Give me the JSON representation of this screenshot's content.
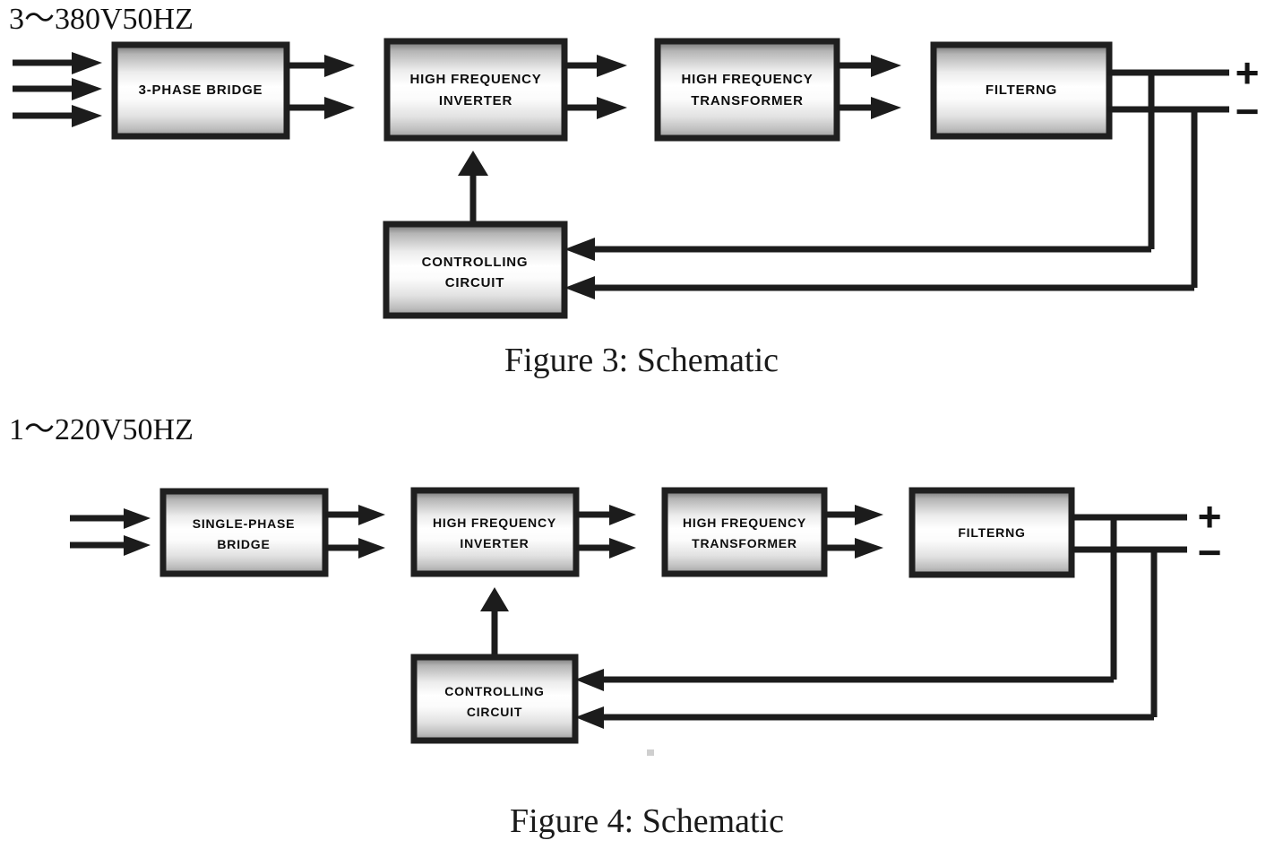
{
  "page": {
    "background": "#ffffff",
    "ink": "#1c1c1c"
  },
  "figures": [
    {
      "id": "figure-3",
      "supply_label": "3～380V50HZ",
      "caption": "Figure 3: Schematic",
      "input_phase_count": 3,
      "blocks": [
        {
          "id": "bridge",
          "label_lines": [
            "3-PHASE BRIDGE"
          ]
        },
        {
          "id": "inverter",
          "label_lines": [
            "HIGH FREQUENCY",
            "INVERTER"
          ]
        },
        {
          "id": "transformer",
          "label_lines": [
            "HIGH FREQUENCY",
            "TRANSFORMER"
          ]
        },
        {
          "id": "filtering",
          "label_lines": [
            "FILTERNG"
          ]
        },
        {
          "id": "controller",
          "label_lines": [
            "CONTROLLING",
            "CIRCUIT"
          ]
        }
      ],
      "terminals": [
        {
          "id": "positive",
          "sign": "+"
        },
        {
          "id": "negative",
          "sign": "−"
        }
      ]
    },
    {
      "id": "figure-4",
      "supply_label": "1～220V50HZ",
      "caption": "Figure 4: Schematic",
      "input_phase_count": 2,
      "blocks": [
        {
          "id": "bridge",
          "label_lines": [
            "SINGLE-PHASE",
            "BRIDGE"
          ]
        },
        {
          "id": "inverter",
          "label_lines": [
            "HIGH FREQUENCY",
            "INVERTER"
          ]
        },
        {
          "id": "transformer",
          "label_lines": [
            "HIGH FREQUENCY",
            "TRANSFORMER"
          ]
        },
        {
          "id": "filtering",
          "label_lines": [
            "FILTERNG"
          ]
        },
        {
          "id": "controller",
          "label_lines": [
            "CONTROLLING",
            "CIRCUIT"
          ]
        }
      ],
      "terminals": [
        {
          "id": "positive",
          "sign": "+"
        },
        {
          "id": "negative",
          "sign": "−"
        }
      ]
    }
  ]
}
